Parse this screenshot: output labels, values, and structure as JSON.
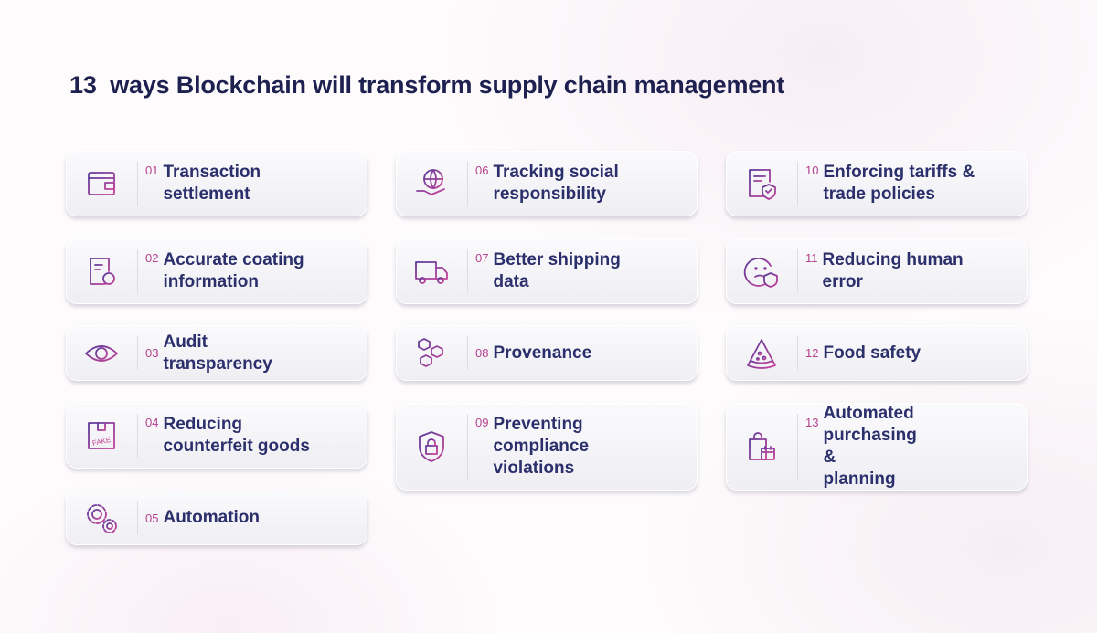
{
  "title": "13  ways Blockchain will transform supply chain management",
  "colors": {
    "text": "#2b2f6b",
    "number": "#b4418e",
    "icon_start": "#5a3a9a",
    "icon_end": "#c7449a"
  },
  "items": [
    {
      "num": "01",
      "label": "Transaction settlement",
      "icon": "wallet-icon"
    },
    {
      "num": "02",
      "label": "Accurate coating information",
      "icon": "document-info-icon"
    },
    {
      "num": "03",
      "label": "Audit transparency",
      "icon": "eye-icon"
    },
    {
      "num": "04",
      "label": "Reducing counterfeit goods",
      "icon": "fake-box-icon",
      "icon_text": "FAKE"
    },
    {
      "num": "05",
      "label": "Automation",
      "icon": "gears-icon"
    },
    {
      "num": "06",
      "label": "Tracking social responsibility",
      "icon": "globe-hand-icon"
    },
    {
      "num": "07",
      "label": "Better shipping data",
      "icon": "truck-icon"
    },
    {
      "num": "08",
      "label": "Provenance",
      "icon": "cubes-icon"
    },
    {
      "num": "09",
      "label": "Preventing compliance violations",
      "icon": "shield-lock-icon"
    },
    {
      "num": "10",
      "label": "Enforcing tariffs & trade policies",
      "icon": "document-shield-icon"
    },
    {
      "num": "11",
      "label": "Reducing human error",
      "icon": "confused-face-icon"
    },
    {
      "num": "12",
      "label": "Food safety",
      "icon": "pizza-slice-icon"
    },
    {
      "num": "13",
      "label": "Automated purchasing & planning",
      "icon": "bag-calendar-icon"
    }
  ]
}
